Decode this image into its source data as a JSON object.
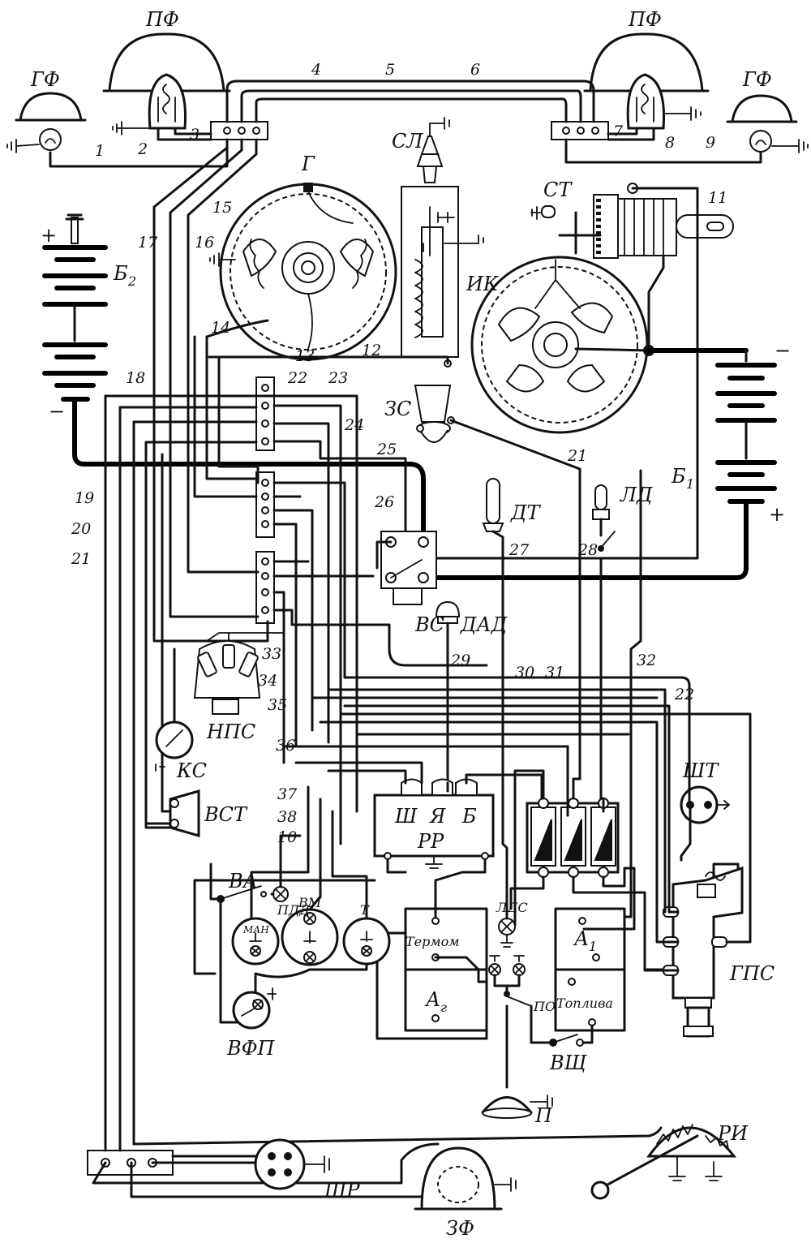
{
  "labels": {
    "pf_left": "ПФ",
    "pf_right": "ПФ",
    "gf_left": "ГФ",
    "gf_right": "ГФ",
    "sl": "СЛ",
    "st": "СТ",
    "g": "Г",
    "ik": "ИК",
    "b2": "Б",
    "b2_sub": "2",
    "b1": "Б",
    "b1_sub": "1",
    "zs": "ЗС",
    "dt": "ДТ",
    "ld": "ЛД",
    "vs": "ВС",
    "dad": "ДАД",
    "nps": "НПС",
    "ks": "КС",
    "vst": "ВСТ",
    "shch": "Ш",
    "ya": "Я",
    "b_term": "Б",
    "rr": "РР",
    "sht": "ШТ",
    "gps": "ГПС",
    "va": "ВА",
    "pdd": "ПДД",
    "man": "МАН",
    "vm": "ВМ",
    "t": "Т",
    "termom": "Термом",
    "lds": "ЛДС",
    "a1": "А",
    "a1_sub": "1",
    "ag": "А",
    "ag_sub": "г",
    "toplivo": "Топлива",
    "po": "ПО",
    "vfp": "ВФП",
    "vshch": "ВЩ",
    "p": "П",
    "ri": "РИ",
    "shr": "ШР",
    "zf": "ЗФ",
    "plus_b2": "+",
    "minus_b2": "−",
    "minus_b1": "−",
    "plus_b1": "+"
  },
  "wire_numbers": [
    "1",
    "2",
    "3",
    "4",
    "5",
    "6",
    "7",
    "8",
    "9",
    "11",
    "12",
    "13",
    "14",
    "15",
    "16",
    "17",
    "18",
    "19",
    "20",
    "21",
    "21",
    "22",
    "23",
    "24",
    "25",
    "26",
    "27",
    "28",
    "29",
    "30",
    "31",
    "32",
    "33",
    "34",
    "35",
    "36",
    "37",
    "38",
    "10",
    "22"
  ]
}
